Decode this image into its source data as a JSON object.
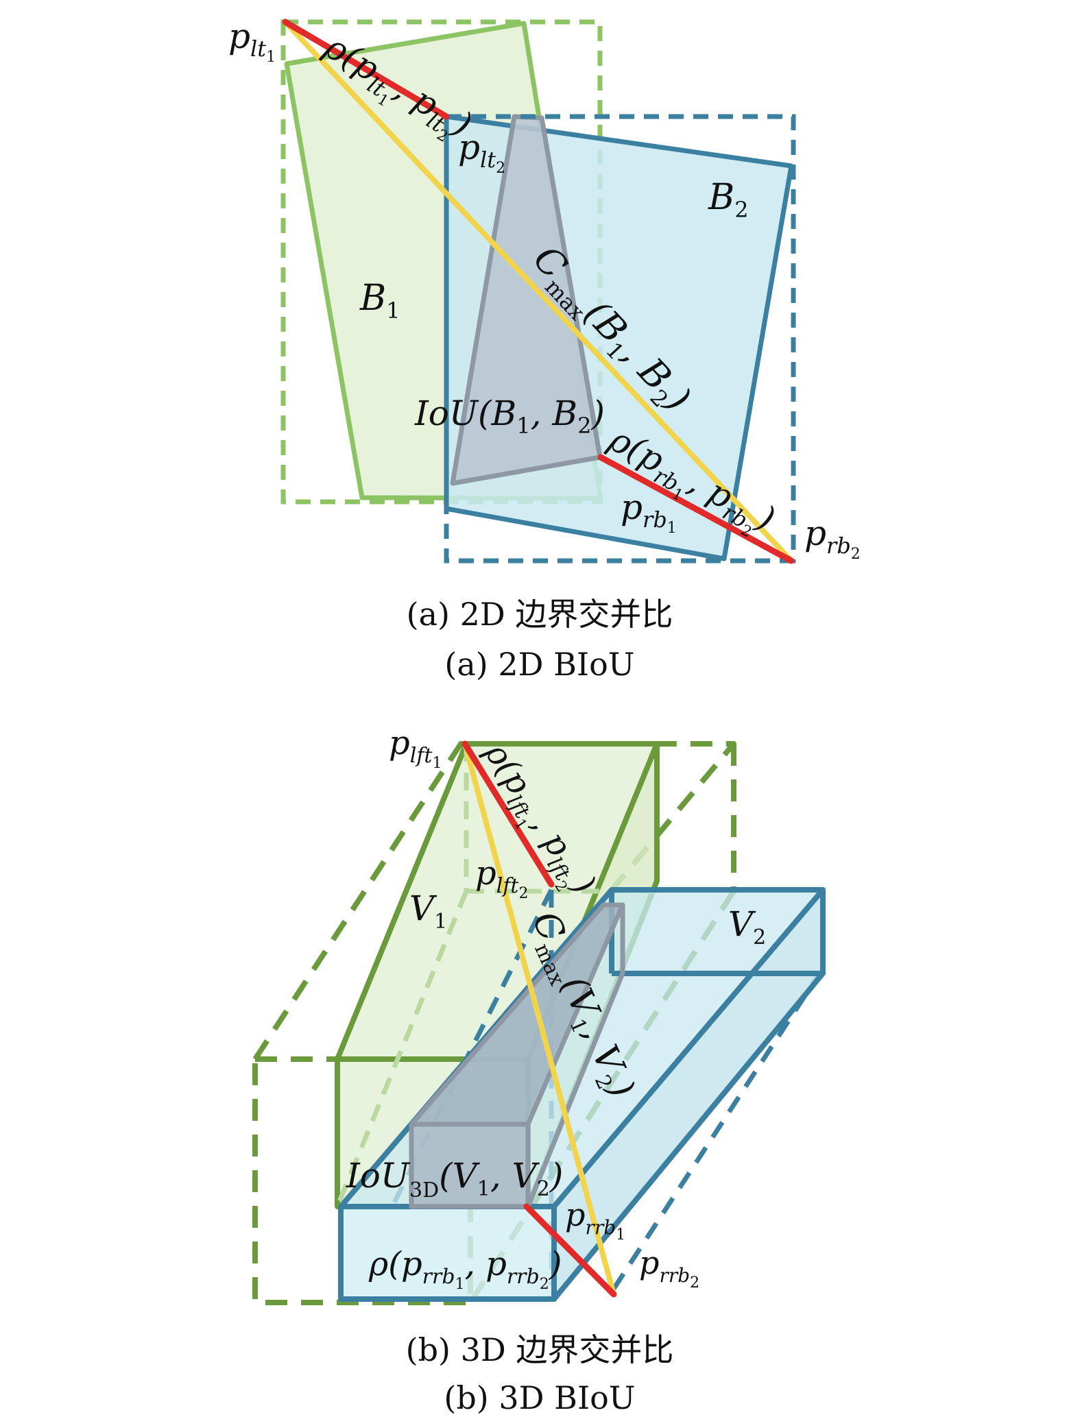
{
  "panel_a": {
    "caption_cn": "(a) 2D 边界交并比",
    "caption_en": "(a) 2D BIoU",
    "box1": "B",
    "box1_sub": "1",
    "box2": "B",
    "box2_sub": "2",
    "p_lt1": "p",
    "p_lt1_sub": "lt",
    "p_lt1_subsub": "1",
    "p_lt2": "p",
    "p_lt2_sub": "lt",
    "p_lt2_subsub": "2",
    "p_rb1": "p",
    "p_rb1_sub": "rb",
    "p_rb1_subsub": "1",
    "p_rb2": "p",
    "p_rb2_sub": "rb",
    "p_rb2_subsub": "2",
    "rho_lt": "ρ(p",
    "rho_rb": "ρ(p",
    "sep": ", p",
    "close": ")",
    "cmax": "C",
    "cmax_sub": "max",
    "cmax_args_open": "(B",
    "cmax_args_sep": ", B",
    "iou": "IoU(B",
    "iou_sep": ", B",
    "one": "1",
    "two": "2"
  },
  "panel_b": {
    "caption_cn": "(b) 3D 边界交并比",
    "caption_en": "(b) 3D BIoU",
    "vol1": "V",
    "vol1_sub": "1",
    "vol2": "V",
    "vol2_sub": "2",
    "p": "p",
    "lft": "lft",
    "rrb": "rrb",
    "one": "1",
    "two": "2",
    "rho": "ρ(p",
    "sep": ", p",
    "close": ")",
    "cmax": "C",
    "cmax_sub": "max",
    "cmax_open": "(V",
    "cmax_sep": ", V",
    "iou": "IoU",
    "iou_sub": "3D",
    "iou_open": "(V",
    "iou_sep": ", V"
  },
  "colors": {
    "green": "#8cc464",
    "green_fill": "#e3f1d6",
    "green_dark": "#6a9a3c",
    "blue": "#3b7fa1",
    "blue_fill": "#c9e9f0",
    "gray": "#8e98a4",
    "gray_fill": "#b9c7d1",
    "red": "#e12a2a",
    "yellow": "#f2d44c"
  }
}
